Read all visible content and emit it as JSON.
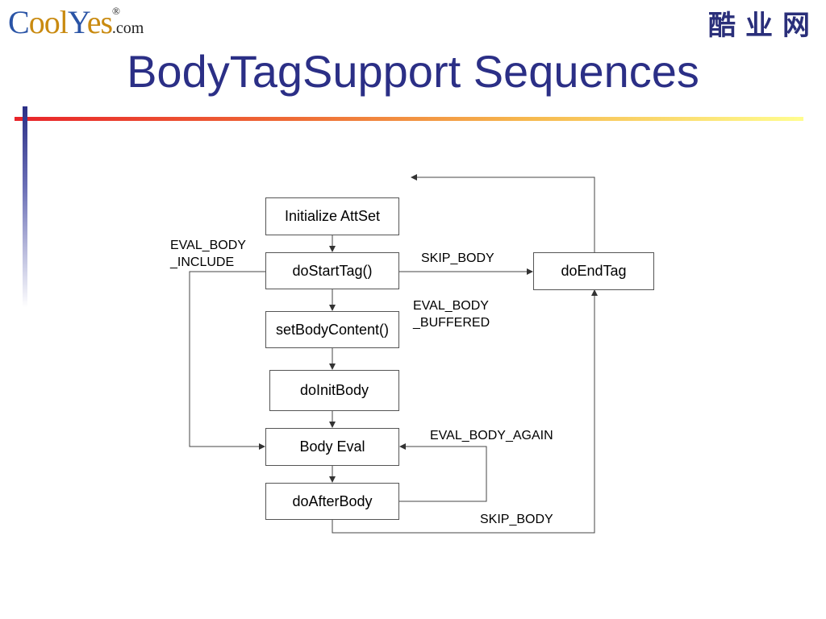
{
  "header": {
    "logo": {
      "c": "C",
      "ool": "ool",
      "y": "Y",
      "es": "es",
      "reg": "®",
      "com": ".com"
    },
    "brand_cn": "酷业网"
  },
  "slide": {
    "title": "BodyTagSupport Sequences"
  },
  "diagram": {
    "nodes": {
      "init": "Initialize AttSet",
      "start": "doStartTag()",
      "setbody": "setBodyContent()",
      "initbody": "doInitBody",
      "eval": "Body Eval",
      "after": "doAfterBody",
      "end": "doEndTag"
    },
    "labels": {
      "eval_include_1": "EVAL_BODY",
      "eval_include_2": "_INCLUDE",
      "skip_body_top": "SKIP_BODY",
      "eval_buffered_1": "EVAL_BODY",
      "eval_buffered_2": "_BUFFERED",
      "eval_again": "EVAL_BODY_AGAIN",
      "skip_body_bottom": "SKIP_BODY"
    }
  }
}
